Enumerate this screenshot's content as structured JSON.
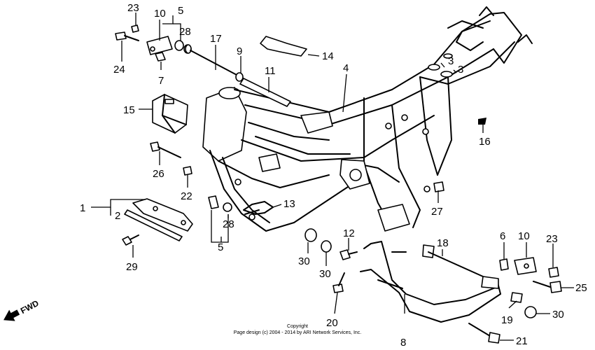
{
  "labels": {
    "l1": "1",
    "l2": "2",
    "l3a": "3",
    "l3b": "3",
    "l4": "4",
    "l5a": "5",
    "l5b": "5",
    "l6": "6",
    "l7": "7",
    "l8": "8",
    "l9": "9",
    "l10a": "10",
    "l10b": "10",
    "l11": "11",
    "l12": "12",
    "l13": "13",
    "l14": "14",
    "l15": "15",
    "l16": "16",
    "l17": "17",
    "l18": "18",
    "l19": "19",
    "l20": "20",
    "l21": "21",
    "l22": "22",
    "l23a": "23",
    "l23b": "23",
    "l24": "24",
    "l25": "25",
    "l26": "26",
    "l27": "27",
    "l28a": "28",
    "l28b": "28",
    "l29": "29",
    "l30a": "30",
    "l30b": "30",
    "l30c": "30"
  },
  "fwd": "FWD",
  "copyright": {
    "line1": "Copyright",
    "line2": "Page design (c) 2004 - 2014 by ARI Network Services, Inc."
  }
}
